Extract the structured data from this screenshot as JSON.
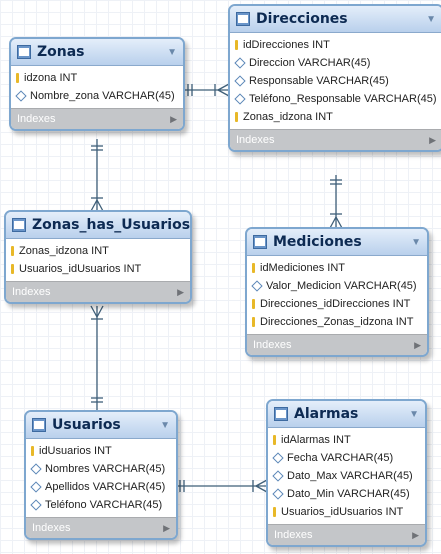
{
  "tables": {
    "zonas": {
      "title": "Zonas",
      "columns": [
        {
          "label": "idzona INT",
          "key": "pk"
        },
        {
          "label": "Nombre_zona VARCHAR(45)",
          "key": "col"
        }
      ],
      "indexes": "Indexes"
    },
    "direcciones": {
      "title": "Direcciones",
      "columns": [
        {
          "label": "idDirecciones INT",
          "key": "pk"
        },
        {
          "label": "Direccion VARCHAR(45)",
          "key": "col"
        },
        {
          "label": "Responsable VARCHAR(45)",
          "key": "col"
        },
        {
          "label": "Teléfono_Responsable VARCHAR(45)",
          "key": "col"
        },
        {
          "label": "Zonas_idzona INT",
          "key": "fk"
        }
      ],
      "indexes": "Indexes"
    },
    "zonas_has_usuarios": {
      "title": "Zonas_has_Usuarios",
      "columns": [
        {
          "label": "Zonas_idzona INT",
          "key": "fk"
        },
        {
          "label": "Usuarios_idUsuarios INT",
          "key": "fk"
        }
      ],
      "indexes": "Indexes"
    },
    "mediciones": {
      "title": "Mediciones",
      "columns": [
        {
          "label": "idMediciones INT",
          "key": "pk"
        },
        {
          "label": "Valor_Medicion VARCHAR(45)",
          "key": "col"
        },
        {
          "label": "Direcciones_idDirecciones INT",
          "key": "fk"
        },
        {
          "label": "Direcciones_Zonas_idzona INT",
          "key": "fk"
        }
      ],
      "indexes": "Indexes"
    },
    "usuarios": {
      "title": "Usuarios",
      "columns": [
        {
          "label": "idUsuarios INT",
          "key": "pk"
        },
        {
          "label": "Nombres VARCHAR(45)",
          "key": "col"
        },
        {
          "label": "Apellidos VARCHAR(45)",
          "key": "col"
        },
        {
          "label": "Teléfono VARCHAR(45)",
          "key": "col"
        }
      ],
      "indexes": "Indexes"
    },
    "alarmas": {
      "title": "Alarmas",
      "columns": [
        {
          "label": "idAlarmas INT",
          "key": "pk"
        },
        {
          "label": "Fecha VARCHAR(45)",
          "key": "col"
        },
        {
          "label": "Dato_Max VARCHAR(45)",
          "key": "col"
        },
        {
          "label": "Dato_Min VARCHAR(45)",
          "key": "col"
        },
        {
          "label": "Usuarios_idUsuarios INT",
          "key": "fk"
        }
      ],
      "indexes": "Indexes"
    }
  },
  "colors": {
    "header_top": "#e4eefa",
    "header_bottom": "#b9d0ec",
    "border": "#7ea7cf",
    "title": "#0d2a52",
    "key": "#e8b828",
    "indexes_bar": "#c4c6c9",
    "connector": "#3f5f78",
    "grid": "#eef1f6"
  },
  "relationships": [
    {
      "from": "zonas",
      "to": "direcciones"
    },
    {
      "from": "zonas",
      "to": "zonas_has_usuarios"
    },
    {
      "from": "usuarios",
      "to": "zonas_has_usuarios"
    },
    {
      "from": "direcciones",
      "to": "mediciones"
    },
    {
      "from": "usuarios",
      "to": "alarmas"
    }
  ]
}
